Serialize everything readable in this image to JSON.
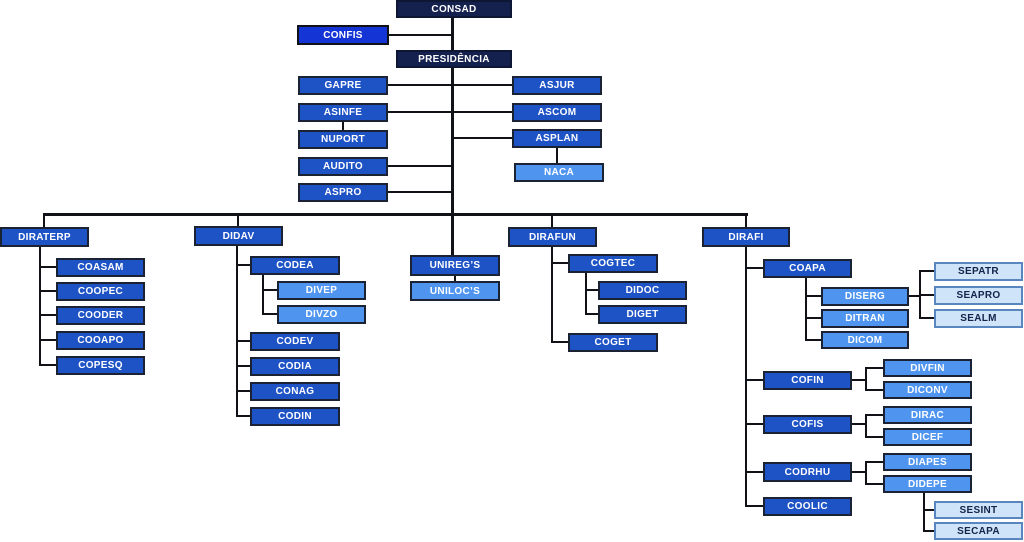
{
  "title": "Organogram / organizational chart",
  "colors": {
    "navy": "#14204e",
    "navy_border": "#0d1633",
    "bright": "#1434d6",
    "blue": "#1e53c6",
    "light": "#4f95ef",
    "pale": "#cfe4f8",
    "pale_text": "#13234a",
    "border_dark": "#1a2233",
    "border_pale": "#5a86bf",
    "line": "#111118"
  },
  "labels": {
    "consad": "CONSAD",
    "confis": "CONFIS",
    "presidencia": "PRESIDÊNCIA",
    "gapre": "GAPRE",
    "asinfe": "ASINFE",
    "nuport": "NUPORT",
    "audito": "AUDITO",
    "aspro": "ASPRO",
    "asjur": "ASJUR",
    "ascom": "ASCOM",
    "asplan": "ASPLAN",
    "naca": "NACA",
    "diraterp": "DIRATERP",
    "coasam": "COASAM",
    "coopec": "COOPEC",
    "cooder": "COODER",
    "cooapo": "COOAPO",
    "copesq": "COPESQ",
    "didav": "DIDAV",
    "codea": "CODEA",
    "divep": "DIVEP",
    "divzo": "DIVZO",
    "codev": "CODEV",
    "codia": "CODIA",
    "conag": "CONAG",
    "codin": "CODIN",
    "uniregs": "UNIREG’S",
    "unilocs": "UNILOC’S",
    "dirafun": "DIRAFUN",
    "cogtec": "COGTEC",
    "didoc": "DIDOC",
    "diget": "DIGET",
    "coget": "COGET",
    "dirafi": "DIRAFI",
    "coapa": "COAPA",
    "diserg": "DISERG",
    "ditran": "DITRAN",
    "dicom": "DICOM",
    "sepatr": "SEPATR",
    "seapro": "SEAPRO",
    "sealm": "SEALM",
    "cofin": "COFIN",
    "divfin": "DIVFIN",
    "diconv": "DICONV",
    "cofis": "COFIS",
    "dirac": "DIRAC",
    "dicef": "DICEF",
    "codrhu": "CODRHU",
    "diapes": "DIAPES",
    "didepe": "DIDEPE",
    "coolic": "COOLIC",
    "sesint": "SESINT",
    "secapa": "SECAPA"
  },
  "hierarchy": {
    "name": "CONSAD",
    "children": [
      {
        "name": "CONFIS"
      },
      {
        "name": "PRESIDÊNCIA",
        "children": [
          {
            "name": "GAPRE"
          },
          {
            "name": "ASINFE",
            "children": [
              {
                "name": "NUPORT"
              }
            ]
          },
          {
            "name": "AUDITO"
          },
          {
            "name": "ASPRO"
          },
          {
            "name": "ASJUR"
          },
          {
            "name": "ASCOM"
          },
          {
            "name": "ASPLAN",
            "children": [
              {
                "name": "NACA"
              }
            ]
          },
          {
            "name": "DIRATERP",
            "children": [
              {
                "name": "COASAM"
              },
              {
                "name": "COOPEC"
              },
              {
                "name": "COODER"
              },
              {
                "name": "COOAPO"
              },
              {
                "name": "COPESQ"
              }
            ]
          },
          {
            "name": "DIDAV",
            "children": [
              {
                "name": "CODEA",
                "children": [
                  {
                    "name": "DIVEP"
                  },
                  {
                    "name": "DIVZO"
                  }
                ]
              },
              {
                "name": "CODEV"
              },
              {
                "name": "CODIA"
              },
              {
                "name": "CONAG"
              },
              {
                "name": "CODIN"
              }
            ]
          },
          {
            "name": "UNIREG’S",
            "children": [
              {
                "name": "UNILOC’S"
              }
            ]
          },
          {
            "name": "DIRAFUN",
            "children": [
              {
                "name": "COGTEC",
                "children": [
                  {
                    "name": "DIDOC"
                  },
                  {
                    "name": "DIGET"
                  }
                ]
              },
              {
                "name": "COGET"
              }
            ]
          },
          {
            "name": "DIRAFI",
            "children": [
              {
                "name": "COAPA",
                "children": [
                  {
                    "name": "DISERG",
                    "children": [
                      {
                        "name": "SEPATR"
                      },
                      {
                        "name": "SEAPRO"
                      },
                      {
                        "name": "SEALM"
                      }
                    ]
                  },
                  {
                    "name": "DITRAN"
                  },
                  {
                    "name": "DICOM"
                  }
                ]
              },
              {
                "name": "COFIN",
                "children": [
                  {
                    "name": "DIVFIN"
                  },
                  {
                    "name": "DICONV"
                  }
                ]
              },
              {
                "name": "COFIS",
                "children": [
                  {
                    "name": "DIRAC"
                  },
                  {
                    "name": "DICEF"
                  }
                ]
              },
              {
                "name": "CODRHU",
                "children": [
                  {
                    "name": "DIAPES"
                  },
                  {
                    "name": "DIDEPE",
                    "children": [
                      {
                        "name": "SESINT"
                      },
                      {
                        "name": "SECAPA"
                      }
                    ]
                  }
                ]
              },
              {
                "name": "COOLIC"
              }
            ]
          }
        ]
      }
    ]
  }
}
